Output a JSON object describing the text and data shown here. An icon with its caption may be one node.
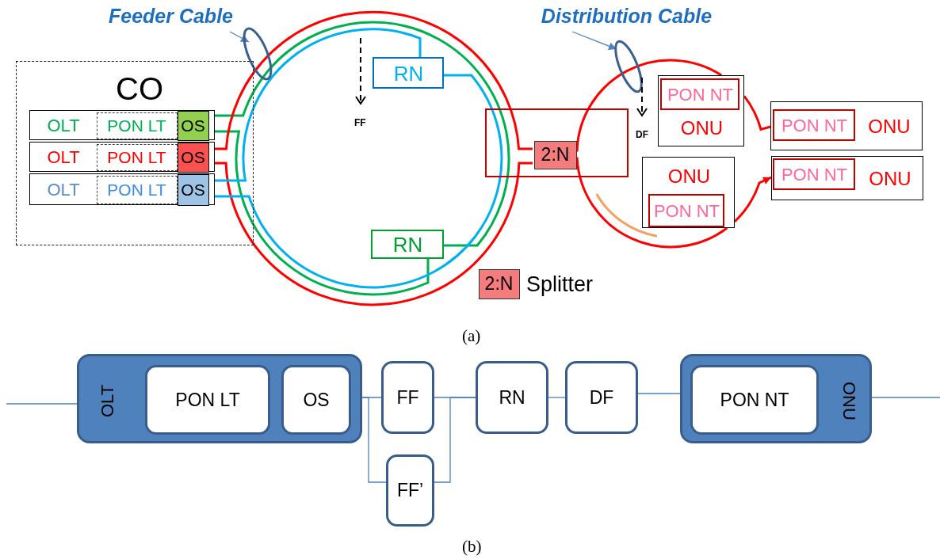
{
  "diagram": {
    "nodes": [
      {
        "text": [
          "Feeder Cable"
        ]
      },
      {
        "text": [
          "Distribution Cable"
        ]
      },
      {
        "text": [
          "CO"
        ]
      },
      {
        "text": [
          "OLT"
        ],
        "in": 2
      },
      {
        "text": [
          "PON LT"
        ],
        "in": 3
      },
      {
        "text": [
          "OS"
        ],
        "in": 3
      },
      {
        "text": [
          "OLT"
        ],
        "in": 2
      },
      {
        "text": [
          "PON LT"
        ],
        "in": 6
      },
      {
        "text": [
          "OS"
        ],
        "in": 6
      },
      {
        "text": [
          "OLT"
        ],
        "in": 2
      },
      {
        "text": [
          "PON LT"
        ],
        "in": 9
      },
      {
        "text": [
          "OS"
        ],
        "in": 9
      },
      {
        "text": [
          "RN"
        ]
      },
      {
        "text": [],
        "shape": "box"
      },
      {
        "text": [
          "2:N"
        ],
        "in": 13
      },
      {
        "text": [
          "ONU"
        ]
      },
      {
        "text": [
          "PON NT"
        ],
        "in": 15
      },
      {
        "text": [
          "ONU"
        ]
      },
      {
        "text": [
          "PON NT"
        ],
        "in": 17
      },
      {
        "text": [
          "ONU"
        ]
      },
      {
        "text": [
          "PON NT"
        ],
        "in": 19
      },
      {
        "text": [
          "ONU"
        ]
      },
      {
        "text": [
          "PON NT"
        ],
        "in": 21
      },
      {
        "text": [
          "RN"
        ]
      },
      {
        "text": [
          "2:N"
        ],
        "beside": [
          "Splitter"
        ]
      },
      {
        "text": [
          "OLT"
        ]
      },
      {
        "text": [
          "PON LT"
        ],
        "in": 25
      },
      {
        "text": [
          "OS"
        ],
        "in": 25
      },
      {
        "text": [
          "FF"
        ]
      },
      {
        "text": [
          "FF’"
        ]
      },
      {
        "text": [
          "RN"
        ]
      },
      {
        "text": [
          "DF"
        ]
      },
      {
        "text": [
          "ONU"
        ]
      },
      {
        "text": [
          "PON NT"
        ],
        "in": 32
      }
    ],
    "edges": [
      {
        "from": 0,
        "to": null,
        "arrow": "to"
      },
      {
        "from": 1,
        "to": null,
        "arrow": "to"
      },
      {
        "from": 5,
        "to": 23,
        "arrow": "none",
        "color": "#00b050"
      },
      {
        "from": 5,
        "to": 23,
        "arrow": "none",
        "color": "#00b050"
      },
      {
        "from": 8,
        "to": 14,
        "arrow": "none",
        "color": "#ff0000"
      },
      {
        "from": 8,
        "to": 14,
        "arrow": "none",
        "color": "#ff0000"
      },
      {
        "from": 11,
        "to": 12,
        "arrow": "none",
        "color": "#00b0f0"
      },
      {
        "from": 11,
        "to": 12,
        "arrow": "none",
        "color": "#00b0f0"
      },
      {
        "from": 14,
        "to": 15,
        "arrow": "none",
        "color": "#ff0000"
      },
      {
        "from": 15,
        "to": 17,
        "arrow": "none",
        "color": "#ff0000"
      },
      {
        "from": 14,
        "to": 21,
        "arrow": "none",
        "color": "#ff0000"
      },
      {
        "from": 21,
        "to": 19,
        "arrow": "to",
        "color": "#ff0000"
      },
      {
        "from": null,
        "to": 25,
        "arrow": "none"
      },
      {
        "from": 27,
        "to": 28,
        "arrow": "none"
      },
      {
        "from": 27,
        "to": 29,
        "arrow": "none"
      },
      {
        "from": 28,
        "to": 30,
        "arrow": "none"
      },
      {
        "from": 29,
        "to": 30,
        "arrow": "none"
      },
      {
        "from": 30,
        "to": 31,
        "arrow": "none"
      },
      {
        "from": 31,
        "to": 32,
        "arrow": "none"
      },
      {
        "from": 32,
        "to": null,
        "arrow": "none"
      }
    ],
    "labels": [
      "FF",
      "DF",
      "(a)",
      "(b)"
    ]
  }
}
